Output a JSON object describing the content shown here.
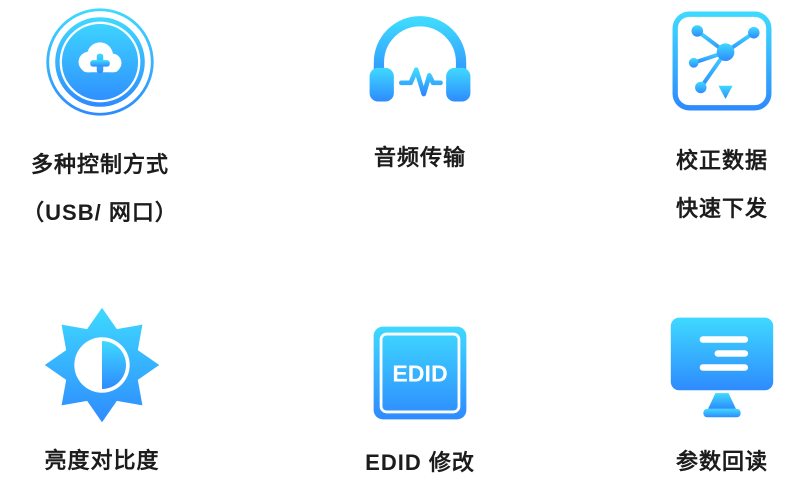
{
  "colors": {
    "gradient_top": "#3FD9FF",
    "gradient_bottom": "#2E8BFE",
    "label_text": "#1c1c1c",
    "background": "#ffffff"
  },
  "features": [
    {
      "id": "control-methods",
      "icon": "cloud-plus-icon",
      "lines": [
        "多种控制方式",
        "（USB/ 网口）"
      ]
    },
    {
      "id": "audio-transport",
      "icon": "headphones-waveform-icon",
      "lines": [
        "音频传输"
      ]
    },
    {
      "id": "calibration-data",
      "icon": "network-nodes-icon",
      "lines": [
        "校正数据",
        "快速下发"
      ]
    },
    {
      "id": "brightness",
      "icon": "brightness-contrast-icon",
      "lines": [
        "亮度对比度"
      ]
    },
    {
      "id": "edid-edit",
      "icon": "edid-chip-icon",
      "icon_text": "EDID",
      "lines": [
        "EDID 修改"
      ]
    },
    {
      "id": "param-readback",
      "icon": "monitor-lines-icon",
      "lines": [
        "参数回读"
      ]
    }
  ]
}
